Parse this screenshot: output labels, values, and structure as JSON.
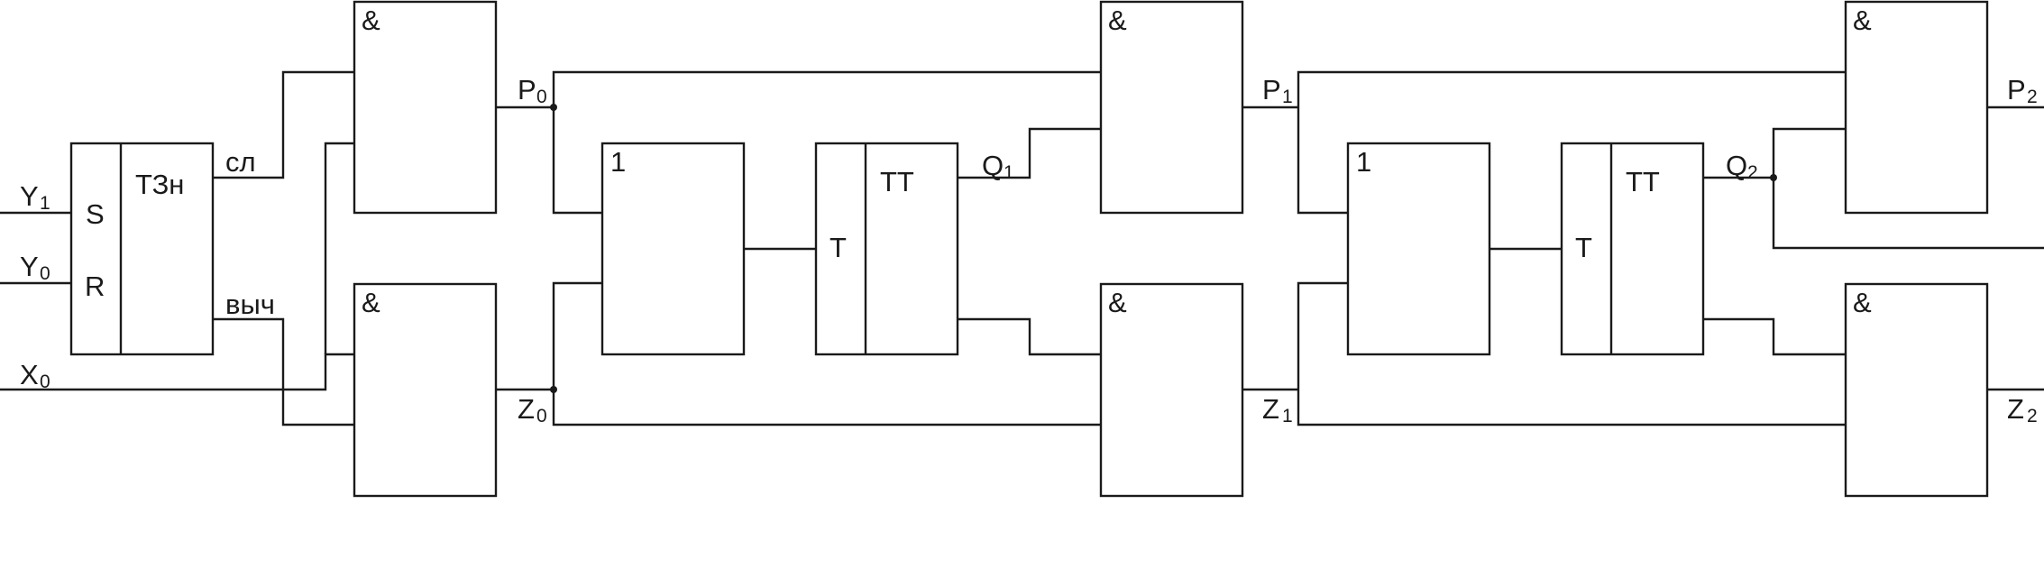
{
  "colors": {
    "line": "#1a1a1a",
    "background": "#ffffff"
  },
  "inputs": {
    "y1": {
      "main": "Y",
      "sub": "1"
    },
    "y0": {
      "main": "Y",
      "sub": "0"
    },
    "x0": {
      "main": "X",
      "sub": "0"
    }
  },
  "trigger_tz": {
    "name": "ТЗн",
    "s": "S",
    "r": "R",
    "out_top": "сл",
    "out_bottom": "выч"
  },
  "gate_and": "&",
  "gate_or": "1",
  "trigger_tt": {
    "name": "ТТ",
    "input": "T"
  },
  "signals": {
    "p0": {
      "main": "P",
      "sub": "0"
    },
    "z0": {
      "main": "Z",
      "sub": "0"
    },
    "q1": {
      "main": "Q",
      "sub": "1"
    },
    "p1": {
      "main": "P",
      "sub": "1"
    },
    "z1": {
      "main": "Z",
      "sub": "1"
    },
    "q2": {
      "main": "Q",
      "sub": "2"
    },
    "p2": {
      "main": "P",
      "sub": "2"
    },
    "z2": {
      "main": "Z",
      "sub": "2"
    }
  }
}
